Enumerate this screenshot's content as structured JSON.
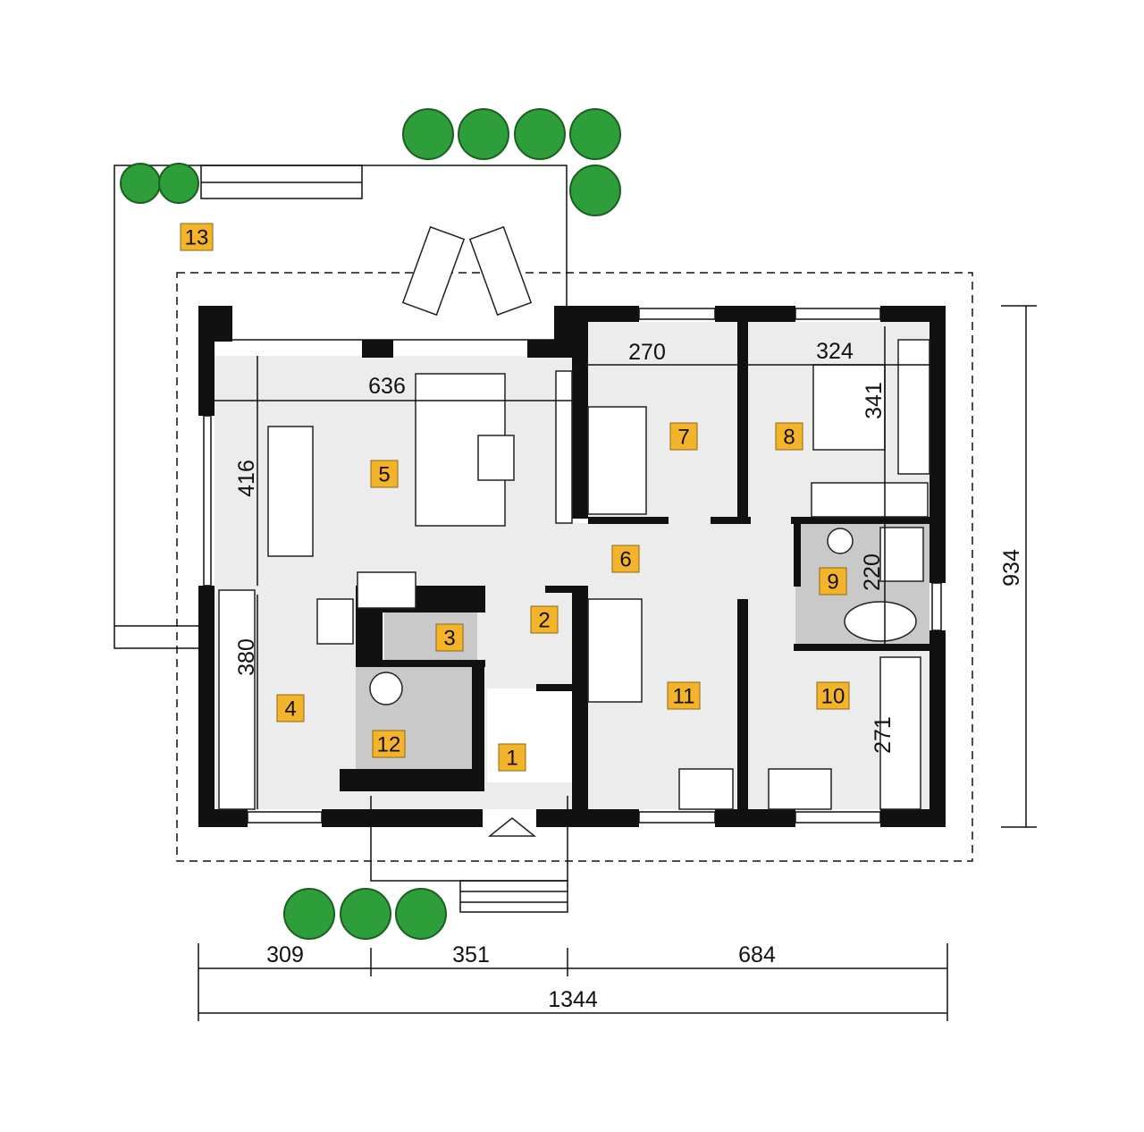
{
  "colors": {
    "label_bg": "#f3b32b",
    "floor": "#ececec",
    "wet_room": "#c9c9c9",
    "wall": "#111111",
    "tree": "#2e9e3a"
  },
  "rooms": [
    {
      "id": "1"
    },
    {
      "id": "2"
    },
    {
      "id": "3"
    },
    {
      "id": "4"
    },
    {
      "id": "5"
    },
    {
      "id": "6"
    },
    {
      "id": "7"
    },
    {
      "id": "8"
    },
    {
      "id": "9"
    },
    {
      "id": "10"
    },
    {
      "id": "11"
    },
    {
      "id": "12"
    },
    {
      "id": "13"
    }
  ],
  "interior_dimensions": {
    "living_width": "636",
    "living_depth": "416",
    "kitchen_depth": "380",
    "room7_width": "270",
    "room8_width": "324",
    "room8_depth": "341",
    "bath_depth": "220",
    "room10_depth": "271"
  },
  "exterior_dimensions": {
    "segment_1": "309",
    "segment_2": "351",
    "segment_3": "684",
    "total_width": "1344",
    "total_depth": "934"
  }
}
